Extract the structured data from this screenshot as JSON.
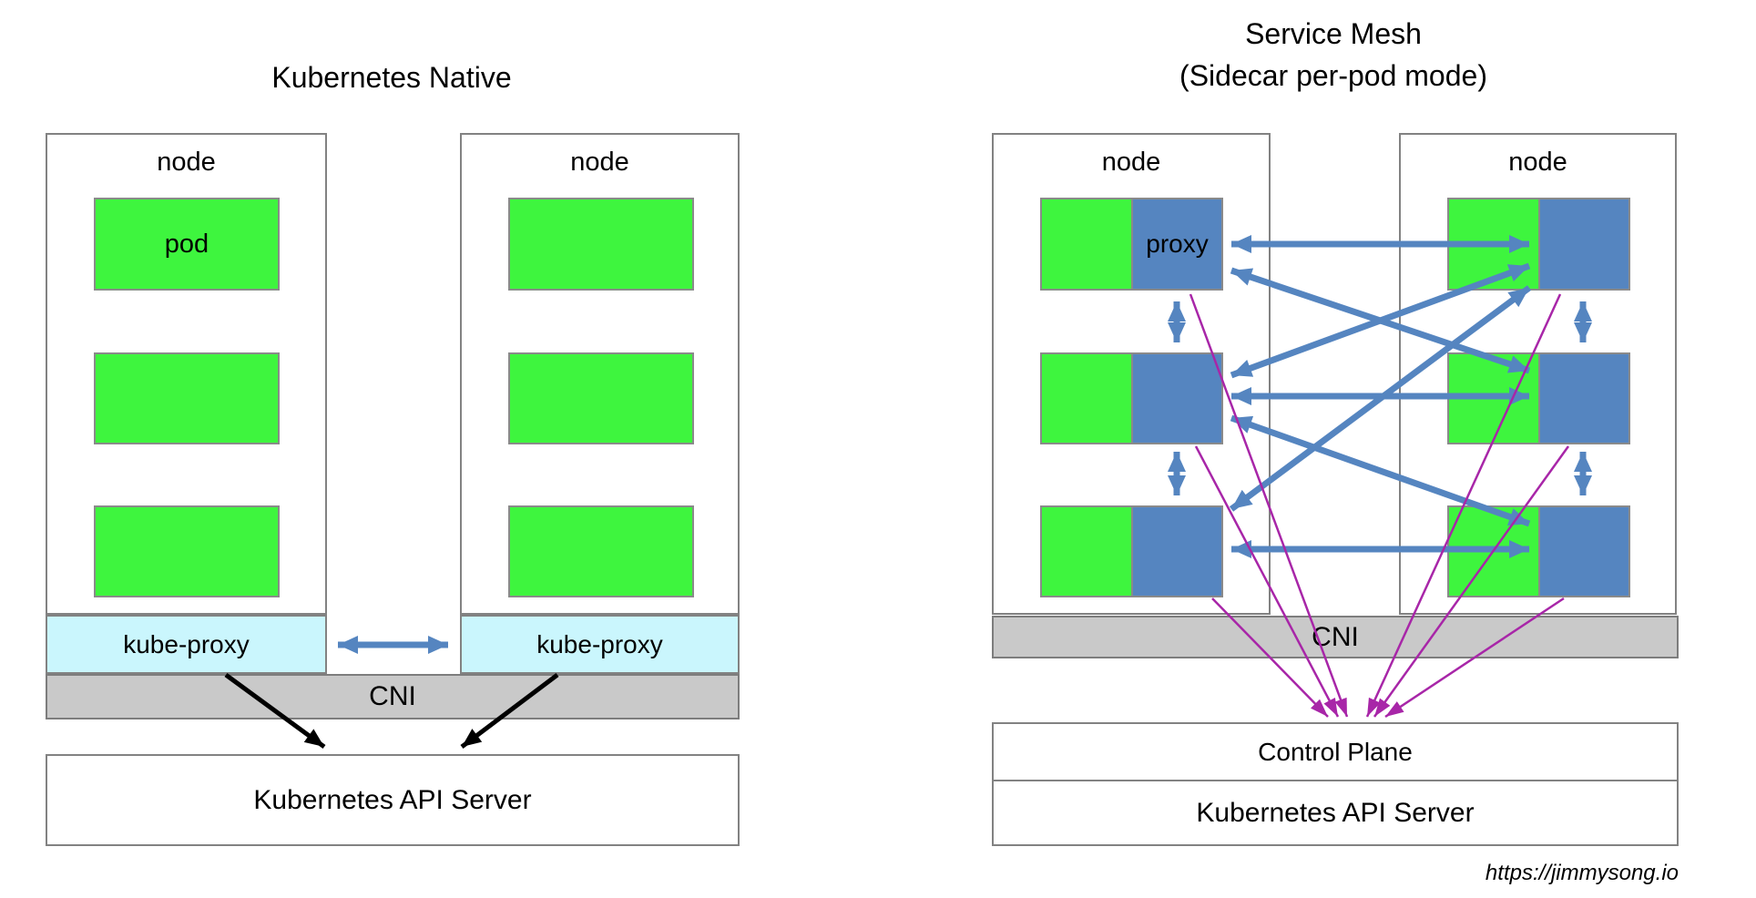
{
  "left": {
    "title": "Kubernetes Native",
    "node1": {
      "label": "node",
      "pod_label": "pod",
      "kube_proxy": "kube-proxy"
    },
    "node2": {
      "label": "node",
      "kube_proxy": "kube-proxy"
    },
    "cni": "CNI",
    "api_server": "Kubernetes API Server"
  },
  "right": {
    "title_line1": "Service Mesh",
    "title_line2": "(Sidecar per-pod mode)",
    "node1": {
      "label": "node",
      "proxy_label": "proxy"
    },
    "node2": {
      "label": "node"
    },
    "cni": "CNI",
    "control_plane": "Control Plane",
    "api_server": "Kubernetes API Server"
  },
  "credit": "https://jimmysong.io",
  "colors": {
    "pod_green": "#3ef53e",
    "proxy_blue": "#5585c0",
    "kube_proxy_cyan": "#caf6fd",
    "cni_gray": "#c9c9c9",
    "mesh_arrow_blue": "#5585c0",
    "control_plane_arrow_purple": "#a826a8",
    "api_arrow_black": "#000000"
  }
}
